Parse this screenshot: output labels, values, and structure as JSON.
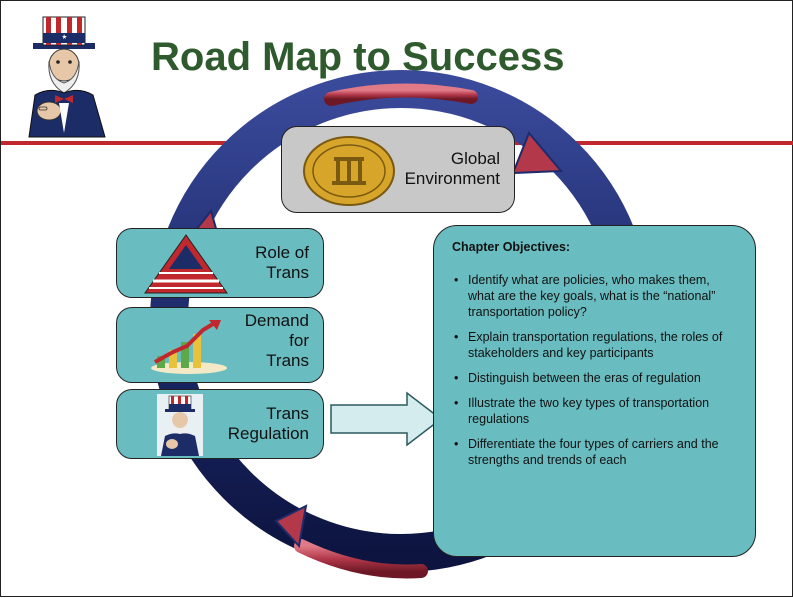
{
  "slide": {
    "title": "Road Map to Success"
  },
  "cycle": {
    "top_box": {
      "label_line1": "Global",
      "label_line2": "Environment"
    },
    "side_boxes": [
      {
        "line1": "Role of",
        "line2": "Trans",
        "line3": ""
      },
      {
        "line1": "Demand",
        "line2": "for",
        "line3": "Trans"
      },
      {
        "line1": "Trans",
        "line2": "Regulation",
        "line3": ""
      }
    ]
  },
  "objectives": {
    "heading": "Chapter Objectives:",
    "items": [
      "Identify what are policies, who makes them, what are the key goals, what is the “national” transportation policy?",
      "Explain transportation regulations, the roles of stakeholders and key participants",
      "Distinguish between the eras of regulation",
      "Illustrate the two key types of transportation regulations",
      "Differentiate the four types of carriers and the strengths and trends of each"
    ]
  },
  "colors": {
    "title_green": "#2e5a2e",
    "rule_red": "#c0282d",
    "box_teal": "#69bcc0",
    "arrow_navy": "#1d2a6b",
    "arrow_red": "#b2384a"
  }
}
